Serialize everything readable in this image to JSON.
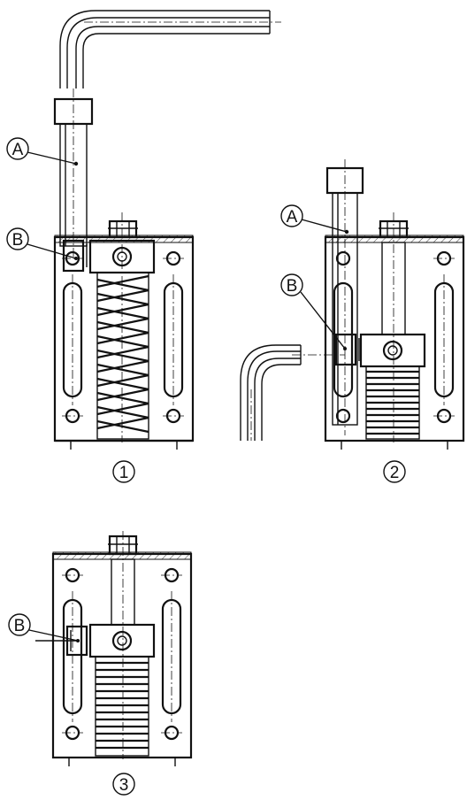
{
  "views": [
    {
      "id": "view-1",
      "step_label": "1",
      "callouts": [
        "A",
        "B"
      ]
    },
    {
      "id": "view-2",
      "step_label": "2",
      "callouts": [
        "A",
        "B"
      ]
    },
    {
      "id": "view-3",
      "step_label": "3",
      "callouts": [
        "B"
      ]
    }
  ],
  "labels": {
    "a": "A",
    "b": "B"
  },
  "colors": {
    "line": "#111111",
    "background": "#ffffff"
  }
}
